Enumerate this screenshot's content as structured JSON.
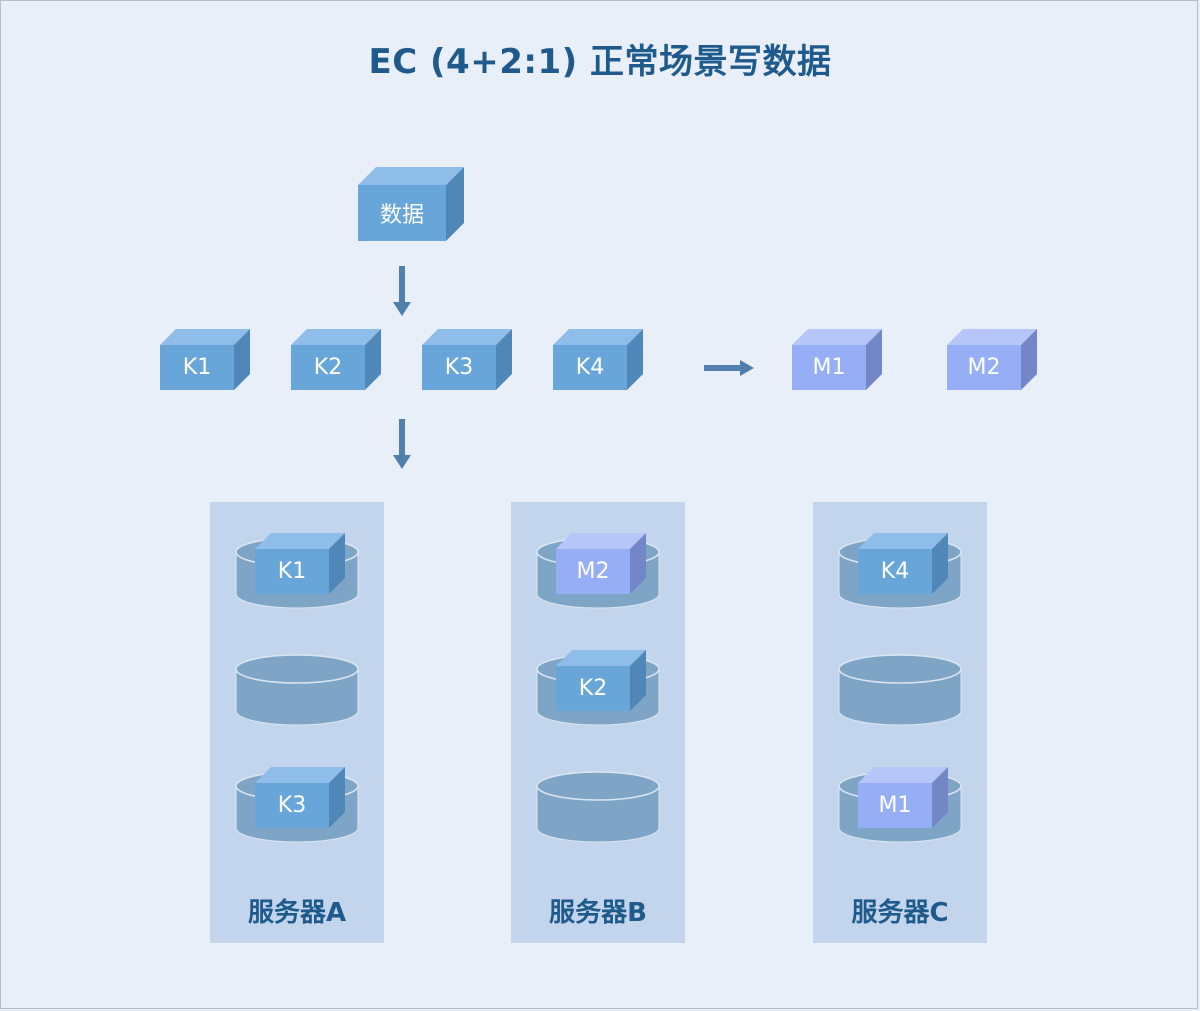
{
  "title": "EC (4+2:1) 正常场景写数据",
  "source_block": "数据",
  "data_blocks": [
    "K1",
    "K2",
    "K3",
    "K4"
  ],
  "parity_blocks": [
    "M1",
    "M2"
  ],
  "servers": [
    {
      "label": "服务器A",
      "disks": [
        "K1",
        "",
        "K3"
      ]
    },
    {
      "label": "服务器B",
      "disks": [
        "M2",
        "K2",
        ""
      ]
    },
    {
      "label": "服务器C",
      "disks": [
        "K4",
        "",
        "M1"
      ]
    }
  ],
  "colors": {
    "data_block": "#68a6da",
    "parity_block": "#96aef6",
    "server_bg": "#c3d5ec",
    "disk": "#7ea5c7",
    "title": "#1f5a8c",
    "arrow": "#4e7fad"
  }
}
